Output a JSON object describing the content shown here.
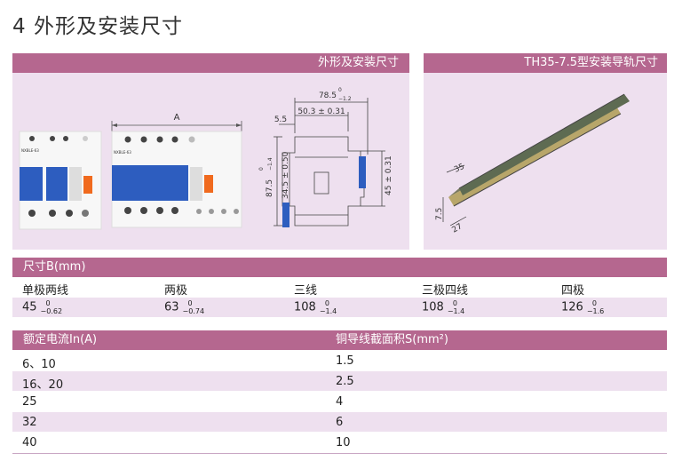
{
  "page_title": "4 外形及安装尺寸",
  "dimension_panel": {
    "header": "外形及安装尺寸",
    "label_A": "A",
    "dim_78": "78.5",
    "dim_78_tol_upper": "0",
    "dim_78_tol_lower": "−1.2",
    "dim_50": "50.3 ± 0.31",
    "dim_5_5": "5.5",
    "dim_87_5": "87.5",
    "dim_87_tol_upper": "0",
    "dim_87_tol_lower": "−1.4",
    "dim_34_5": "34.5 ± 0.50",
    "dim_45": "45 ± 0.31",
    "breaker_label_small": "NXBLE-63",
    "breaker_label_large": "NXBLE-63"
  },
  "rail_panel": {
    "header": "TH35-7.5型安装导轨尺寸",
    "dim_35": "35",
    "dim_7_5": "7.5",
    "dim_27": "27"
  },
  "size_table": {
    "header": "尺寸B(mm)",
    "columns": [
      {
        "label": "单极两线",
        "value": "45",
        "upper": "0",
        "lower": "−0.62"
      },
      {
        "label": "两极",
        "value": "63",
        "upper": "0",
        "lower": "−0.74"
      },
      {
        "label": "三线",
        "value": "108",
        "upper": "0",
        "lower": "−1.4"
      },
      {
        "label": "三极四线",
        "value": "108",
        "upper": "0",
        "lower": "−1.4"
      },
      {
        "label": "四极",
        "value": "126",
        "upper": "0",
        "lower": "−1.6"
      }
    ]
  },
  "current_table": {
    "header_left": "额定电流In(A)",
    "header_right": "铜导线截面积S(mm²)",
    "rows": [
      {
        "current": "6、10",
        "area": "1.5"
      },
      {
        "current": "16、20",
        "area": "2.5"
      },
      {
        "current": "25",
        "area": "4"
      },
      {
        "current": "32",
        "area": "6"
      },
      {
        "current": "40",
        "area": "10"
      }
    ]
  }
}
